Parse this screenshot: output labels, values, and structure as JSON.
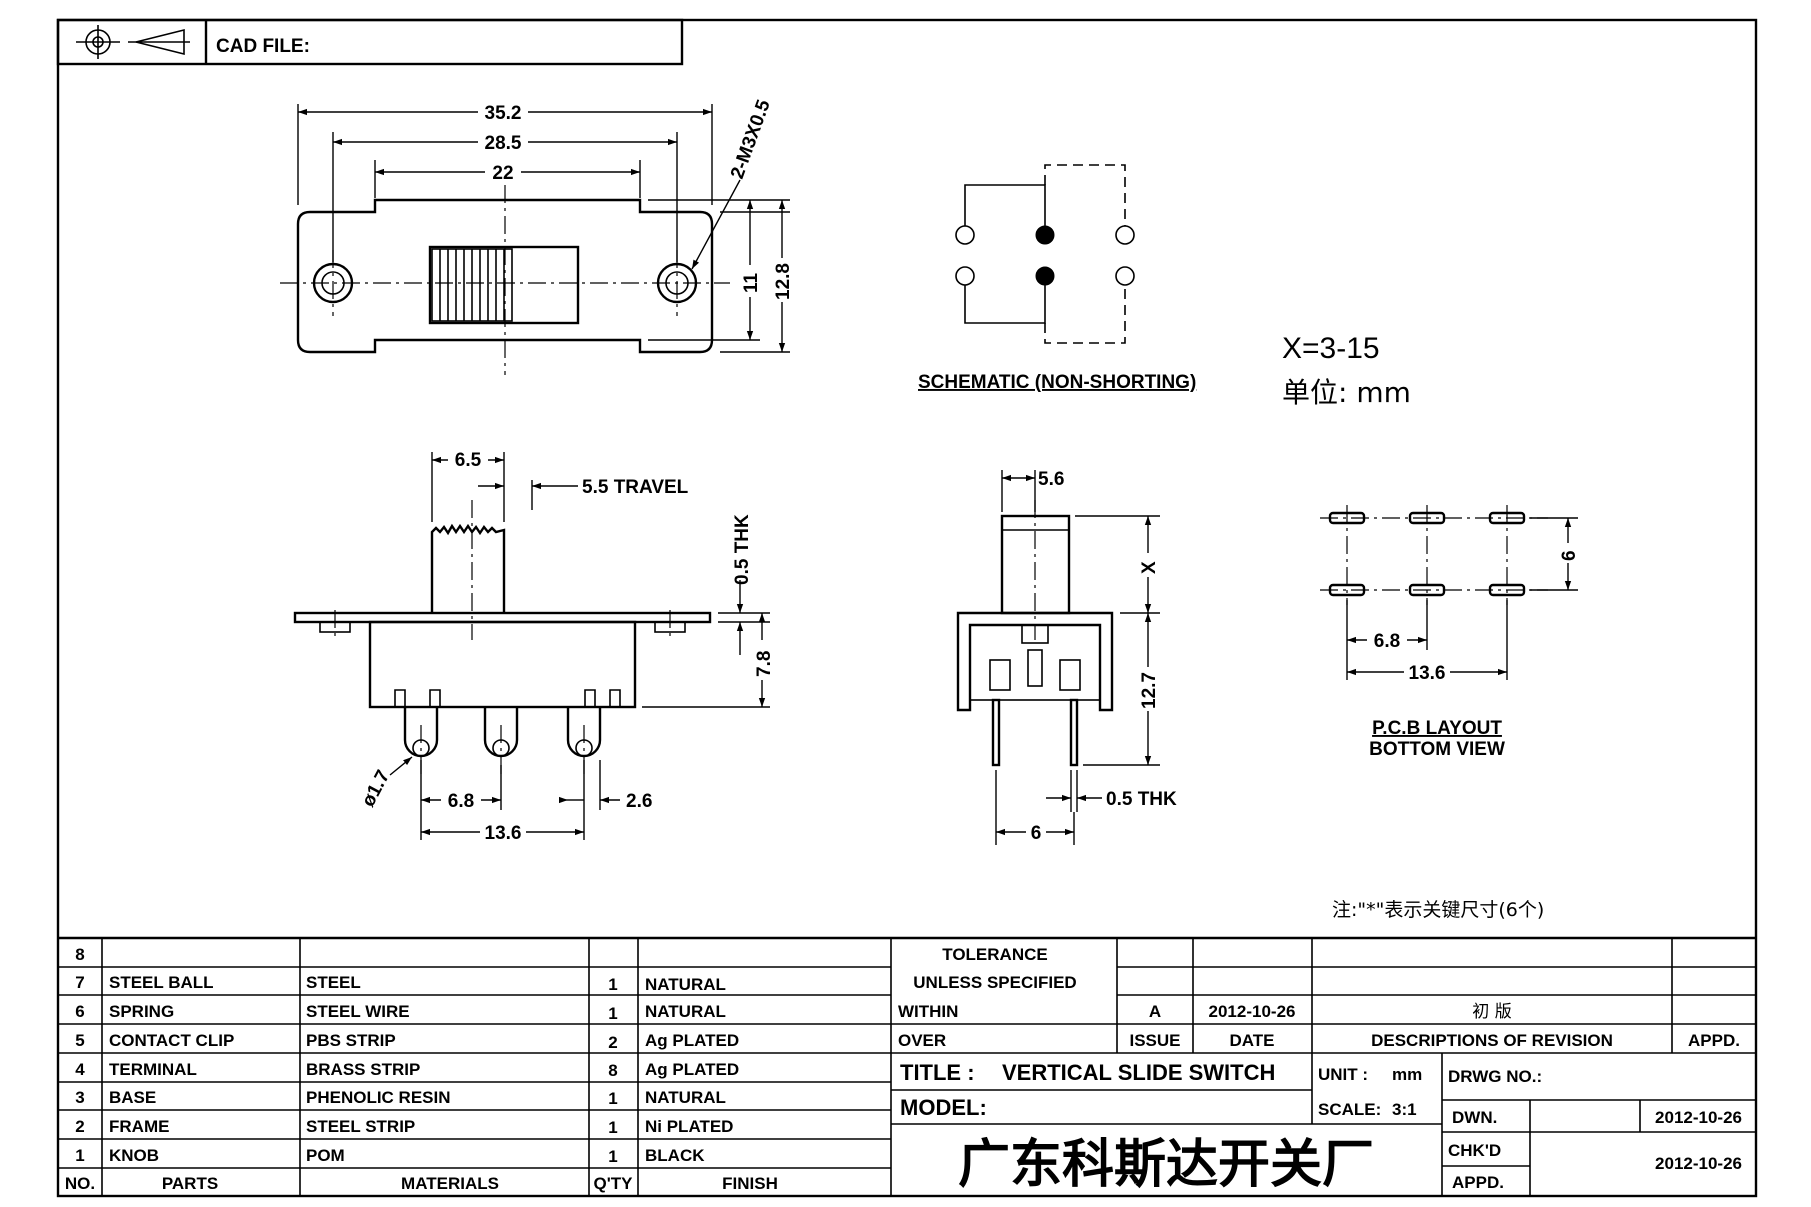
{
  "header": {
    "cad_file_label": "CAD FILE:"
  },
  "top_view": {
    "dims": {
      "overall": "35.2",
      "hole_pitch": "28.5",
      "body": "22",
      "screw": "2-M3X0.5",
      "height_inner": "11",
      "height_outer": "12.8"
    }
  },
  "schematic": {
    "label": "SCHEMATIC (NON-SHORTING)"
  },
  "notes": {
    "x_range": "X=3-15",
    "unit": "单位: mm",
    "key_dims": "注:\"*\"表示关键尺寸(6个)"
  },
  "side_view": {
    "dims": {
      "knob": "6.5",
      "travel": "5.5 TRAVEL",
      "thk": "0.5 THK",
      "height": "7.8",
      "pin_dia": "ø1.7",
      "pitch": "6.8",
      "span": "13.6",
      "pin_w": "2.6"
    }
  },
  "end_view": {
    "dims": {
      "knob": "5.6",
      "x": "X",
      "height": "12.7",
      "thk": "0.5 THK",
      "width": "6"
    }
  },
  "pcb_layout": {
    "label_line1": "P.C.B LAYOUT",
    "label_line2": "BOTTOM VIEW",
    "dims": {
      "row": "6",
      "pitch": "6.8",
      "span": "13.6"
    }
  },
  "bom": {
    "header_no": "NO.",
    "header_parts": "PARTS",
    "header_materials": "MATERIALS",
    "header_qty": "Q'TY",
    "header_finish": "FINISH",
    "rows": [
      {
        "no": "8",
        "part": "",
        "material": "",
        "qty": "",
        "finish": ""
      },
      {
        "no": "7",
        "part": "STEEL BALL",
        "material": "STEEL",
        "qty": "1",
        "finish": "NATURAL"
      },
      {
        "no": "6",
        "part": "SPRING",
        "material": "STEEL WIRE",
        "qty": "1",
        "finish": "NATURAL"
      },
      {
        "no": "5",
        "part": "CONTACT CLIP",
        "material": "PBS STRIP",
        "qty": "2",
        "finish": "Ag PLATED"
      },
      {
        "no": "4",
        "part": "TERMINAL",
        "material": "BRASS STRIP",
        "qty": "8",
        "finish": "Ag PLATED"
      },
      {
        "no": "3",
        "part": "BASE",
        "material": "PHENOLIC RESIN",
        "qty": "1",
        "finish": "NATURAL"
      },
      {
        "no": "2",
        "part": "FRAME",
        "material": "STEEL STRIP",
        "qty": "1",
        "finish": "Ni PLATED"
      },
      {
        "no": "1",
        "part": "KNOB",
        "material": "POM",
        "qty": "1",
        "finish": "BLACK"
      }
    ]
  },
  "tolerance": {
    "line1": "TOLERANCE",
    "line2": "UNLESS SPECIFIED",
    "within": "WITHIN",
    "over": "OVER"
  },
  "revision": {
    "issue": "A",
    "date": "2012-10-26",
    "description": "初 版",
    "issue_label": "ISSUE",
    "date_label": "DATE",
    "desc_label": "DESCRIPTIONS OF REVISION",
    "appd_label": "APPD."
  },
  "title_block": {
    "title_label": "TITLE :",
    "title": "VERTICAL SLIDE SWITCH",
    "unit_label": "UNIT :",
    "unit": "mm",
    "drwg_label": "DRWG NO.:",
    "model_label": "MODEL:",
    "scale_label": "SCALE:",
    "scale": "3:1",
    "dwn_label": "DWN.",
    "dwn_date": "2012-10-26",
    "chkd_label": "CHK'D",
    "chkd_date": "2012-10-26",
    "appd_label": "APPD.",
    "company": "广东科斯达开关厂"
  }
}
